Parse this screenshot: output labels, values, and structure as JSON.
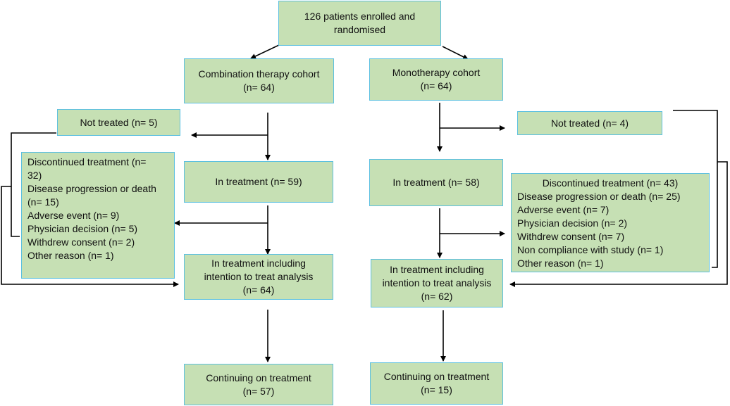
{
  "enrolled": {
    "line1": "126 patients enrolled and",
    "line2": "randomised"
  },
  "combination": {
    "cohort": {
      "line1": "Combination therapy cohort",
      "line2": "(n= 64)"
    },
    "not_treated": "Not treated (n= 5)",
    "in_treatment": "In treatment (n= 59)",
    "discontinued": {
      "line1": "Discontinued treatment (n=",
      "line2": "32)",
      "items": [
        "Disease progression or death",
        "(n= 15)",
        "Adverse event (n= 9)",
        "Physician decision (n= 5)",
        "Withdrew consent (n= 2)",
        "Other reason (n= 1)"
      ]
    },
    "itt": {
      "line1": "In treatment including",
      "line2": "intention to treat analysis",
      "line3": "(n= 64)"
    },
    "continuing": {
      "line1": "Continuing on treatment",
      "line2": "(n= 57)"
    }
  },
  "mono": {
    "cohort": {
      "line1": "Monotherapy cohort",
      "line2": "(n= 64)"
    },
    "not_treated": "Not treated (n= 4)",
    "in_treatment": "In treatment (n= 58)",
    "discontinued": {
      "title": "Discontinued treatment (n= 43)",
      "items": [
        "Disease progression or death (n= 25)",
        "Adverse event (n= 7)",
        "Physician decision (n= 2)",
        "Withdrew consent (n= 7)",
        "Non compliance with study (n= 1)",
        "Other reason (n= 1)"
      ]
    },
    "itt": {
      "line1": "In treatment including",
      "line2": "intention to treat analysis",
      "line3": "(n= 62)"
    },
    "continuing": {
      "line1": "Continuing on treatment",
      "line2": "(n= 15)"
    }
  },
  "colors": {
    "box_fill": "#c6e0b4",
    "box_border": "#5cc0e0",
    "connector": "#000000"
  }
}
